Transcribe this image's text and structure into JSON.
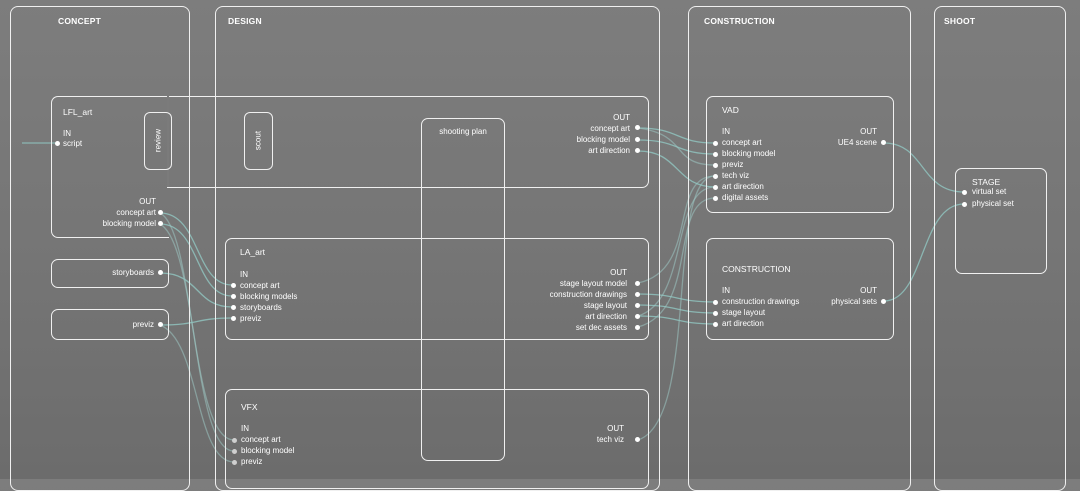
{
  "columns": {
    "concept": "CONCEPT",
    "design": "DESIGN",
    "construction": "CONSTRUCTION",
    "shoot": "SHOOT"
  },
  "lfl_art": {
    "title": "LFL_art",
    "in_label": "IN",
    "inputs": [
      "script"
    ],
    "out_label": "OUT",
    "outputs": [
      "concept art",
      "blocking model"
    ],
    "outputs_top": [
      "concept art",
      "blocking model",
      "art direction"
    ],
    "review": "review"
  },
  "scout": "scout",
  "shooting_plan": "shooting plan",
  "storyboards": "storyboards",
  "previz": "previz",
  "la_art": {
    "title": "LA_art",
    "in_label": "IN",
    "inputs": [
      "concept art",
      "blocking models",
      "storyboards",
      "previz"
    ],
    "out_label": "OUT",
    "outputs": [
      "stage layout model",
      "construction drawings",
      "stage layout",
      "art direction",
      "set dec assets"
    ]
  },
  "vfx": {
    "title": "VFX",
    "in_label": "IN",
    "inputs": [
      "concept art",
      "blocking model",
      "previz"
    ],
    "out_label": "OUT",
    "outputs": [
      "tech viz"
    ]
  },
  "vad": {
    "title": "VAD",
    "in_label": "IN",
    "inputs": [
      "concept art",
      "blocking model",
      "previz",
      "tech viz",
      "art direction",
      "digital assets"
    ],
    "out_label": "OUT",
    "outputs": [
      "UE4 scene"
    ]
  },
  "construction_node": {
    "title": "CONSTRUCTION",
    "in_label": "IN",
    "inputs": [
      "construction drawings",
      "stage layout",
      "art direction"
    ],
    "out_label": "OUT",
    "outputs": [
      "physical sets"
    ]
  },
  "stage": {
    "title": "STAGE",
    "inputs": [
      "virtual set",
      "physical set"
    ]
  },
  "colors": {
    "wire": "#8fc2bd",
    "outline": "#f0f0f0",
    "background": "#777777"
  }
}
